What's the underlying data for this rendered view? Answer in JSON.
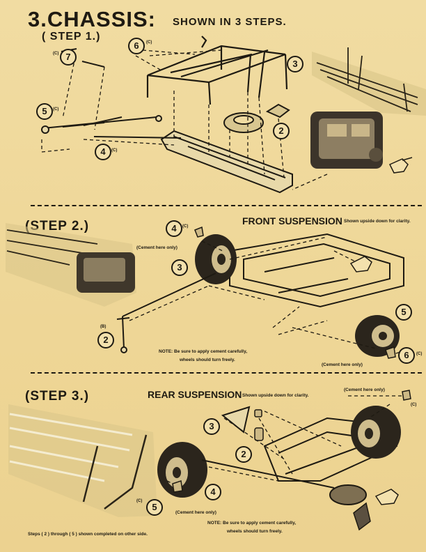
{
  "header": {
    "title": "3.CHASSIS:",
    "subtitle": "SHOWN IN 3 STEPS."
  },
  "step1": {
    "label": "( STEP 1.)",
    "callouts": {
      "n7": "7",
      "n6": "6",
      "n3": "3",
      "n5": "5",
      "n4": "4",
      "n2": "2"
    },
    "c_tag": "(C)"
  },
  "step2": {
    "label": "(STEP 2.)",
    "section_title": "FRONT SUSPENSION",
    "section_note": "Shown upside down for clarity.",
    "cement_left": "(Cement here only)",
    "cement_right": "(Cement here only)",
    "b_tag": "(B)",
    "c_tag": "(C)",
    "callouts": {
      "n4": "4",
      "n3": "3",
      "n2": "2",
      "n5": "5",
      "n6": "6"
    },
    "note_line1": "NOTE: Be sure to apply cement carefully,",
    "note_line2": "wheels should turn freely."
  },
  "step3": {
    "label": "(STEP 3.)",
    "section_title": "REAR SUSPENSION",
    "section_note": "Shown upside down for clarity.",
    "cement_top": "(Cement here only)",
    "cement_bottom": "(Cement here only)",
    "c_tag": "(C)",
    "callouts": {
      "n3": "3",
      "n2": "2",
      "n4": "4",
      "n5": "5"
    },
    "footer_left": "Steps ( 2 ) through ( 5 ) shown completed on other side.",
    "note_line1": "NOTE: Be sure to apply cement carefully,",
    "note_line2": "wheels should turn freely."
  }
}
